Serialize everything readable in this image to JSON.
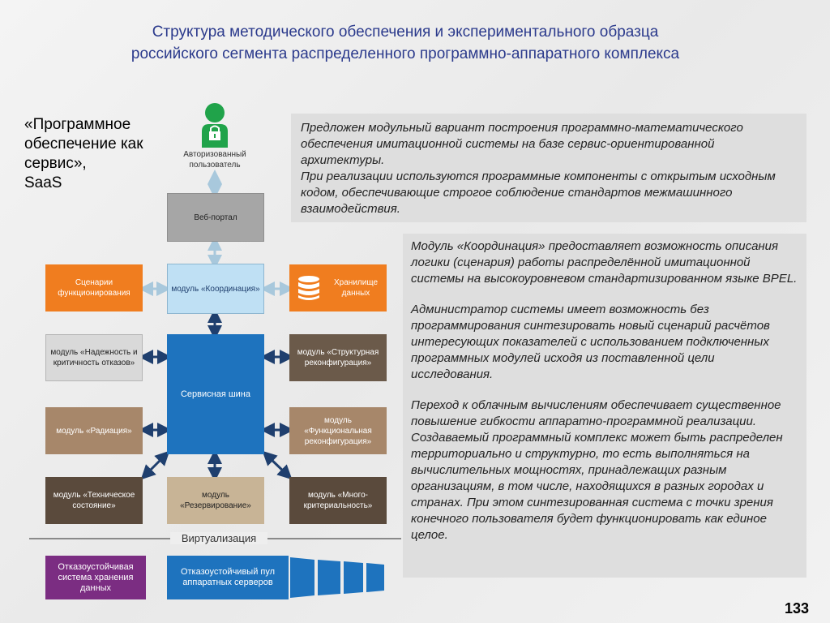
{
  "title": {
    "line1": "Структура методического обеспечения и экспериментального образца",
    "line2": "российского сегмента распределенного программно-аппаратного комплекса"
  },
  "saas_label": {
    "line1": "«Программное",
    "line2": "обеспечение как",
    "line3": "сервис»,",
    "line4": "SaaS"
  },
  "diagram": {
    "user": "Авторизованный пользователь",
    "web_portal": "Веб-портал",
    "coordination": "модуль «Координация»",
    "scenarios": "Сценарии функционирования",
    "storage": "Хранилище данных",
    "service_bus": "Сервисная шина",
    "reliability": "модуль «Надежность и критичность отказов»",
    "structural": "модуль «Структурная реконфигурация»",
    "radiation": "модуль «Радиация»",
    "functional": "модуль «Функциональная реконфигурация»",
    "technical": "модуль «Техническое состояние»",
    "reservation": "модуль «Резервирование»",
    "multicriteria": "модуль «Много-критериальность»",
    "virtualization": "Виртуализация",
    "fault_storage": "Отказоустойчивая система хранения данных",
    "fault_pool": "Отказоустойчивый пул аппаратных серверов"
  },
  "panel_top": {
    "p1": "Предложен модульный вариант построения программно-математического обеспечения имитационной системы на базе сервис-ориентированной архитектуры.",
    "p2": "При реализации используются программные компоненты с открытым исходным кодом, обеспечивающие строгое соблюдение стандартов межмашинного взаимодействия."
  },
  "panel_bottom": {
    "p1": "Модуль «Координация» предоставляет возможность описания логики (сценария) работы распределённой имитационной системы на высокоуровневом стандартизированном языке BPEL.",
    "p2": "Администратор системы имеет возможность без программирования синтезировать новый сценарий расчётов интересующих показателей с использованием подключенных программных модулей исходя из поставленной цели исследования.",
    "p3": "Переход к облачным вычислениям обеспечивает существенное повышение гибкости аппаратно-программной реализации. Создаваемый программный комплекс может быть распределен территориально и структурно, то есть выполняться на вычислительных мощностях, принадлежащих разным организациям, в том числе, находящихся в разных городах и странах. При этом синтезированная система с точки зрения конечного пользователя будет функционировать как единое целое."
  },
  "page_number": "133",
  "colors": {
    "title": "#2b3a8c",
    "gray_box": "#a6a6a6",
    "orange": "#f07d1f",
    "light_blue": "#bfe0f4",
    "blue": "#1e73be",
    "brown": "#6b5a4a",
    "tan": "#a7876a",
    "purple": "#7b2d82",
    "panel": "#dedede",
    "user_icon": "#20a34a"
  }
}
